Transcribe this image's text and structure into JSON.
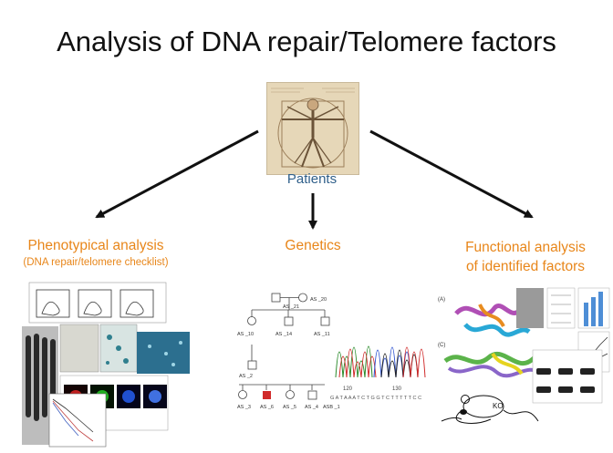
{
  "slide": {
    "title": "Analysis of DNA repair/Telomere factors",
    "center": {
      "label": "Patients"
    },
    "branches": [
      {
        "title": "Phenotypical analysis",
        "subtitle": "(DNA repair/telomere checklist)"
      },
      {
        "title": "Genetics"
      },
      {
        "title": "Functional analysis of identified factors"
      }
    ]
  },
  "pedigree": {
    "top": [
      "AS _21",
      "AS _20"
    ],
    "mid": [
      "AS _10",
      "AS _14",
      "AS _11"
    ],
    "proband": "AS _2",
    "bottom": [
      "AS _3",
      "AS _6",
      "AS _5",
      "AS _4",
      "ASB _1"
    ],
    "seq_ticks": [
      "120",
      "130"
    ],
    "seq": "G A T A A A T C T G G T C T T T T T C C"
  },
  "mouse": {
    "label": "KO"
  },
  "colors": {
    "accent": "#e8861a",
    "patients": "#2f5f8a"
  }
}
